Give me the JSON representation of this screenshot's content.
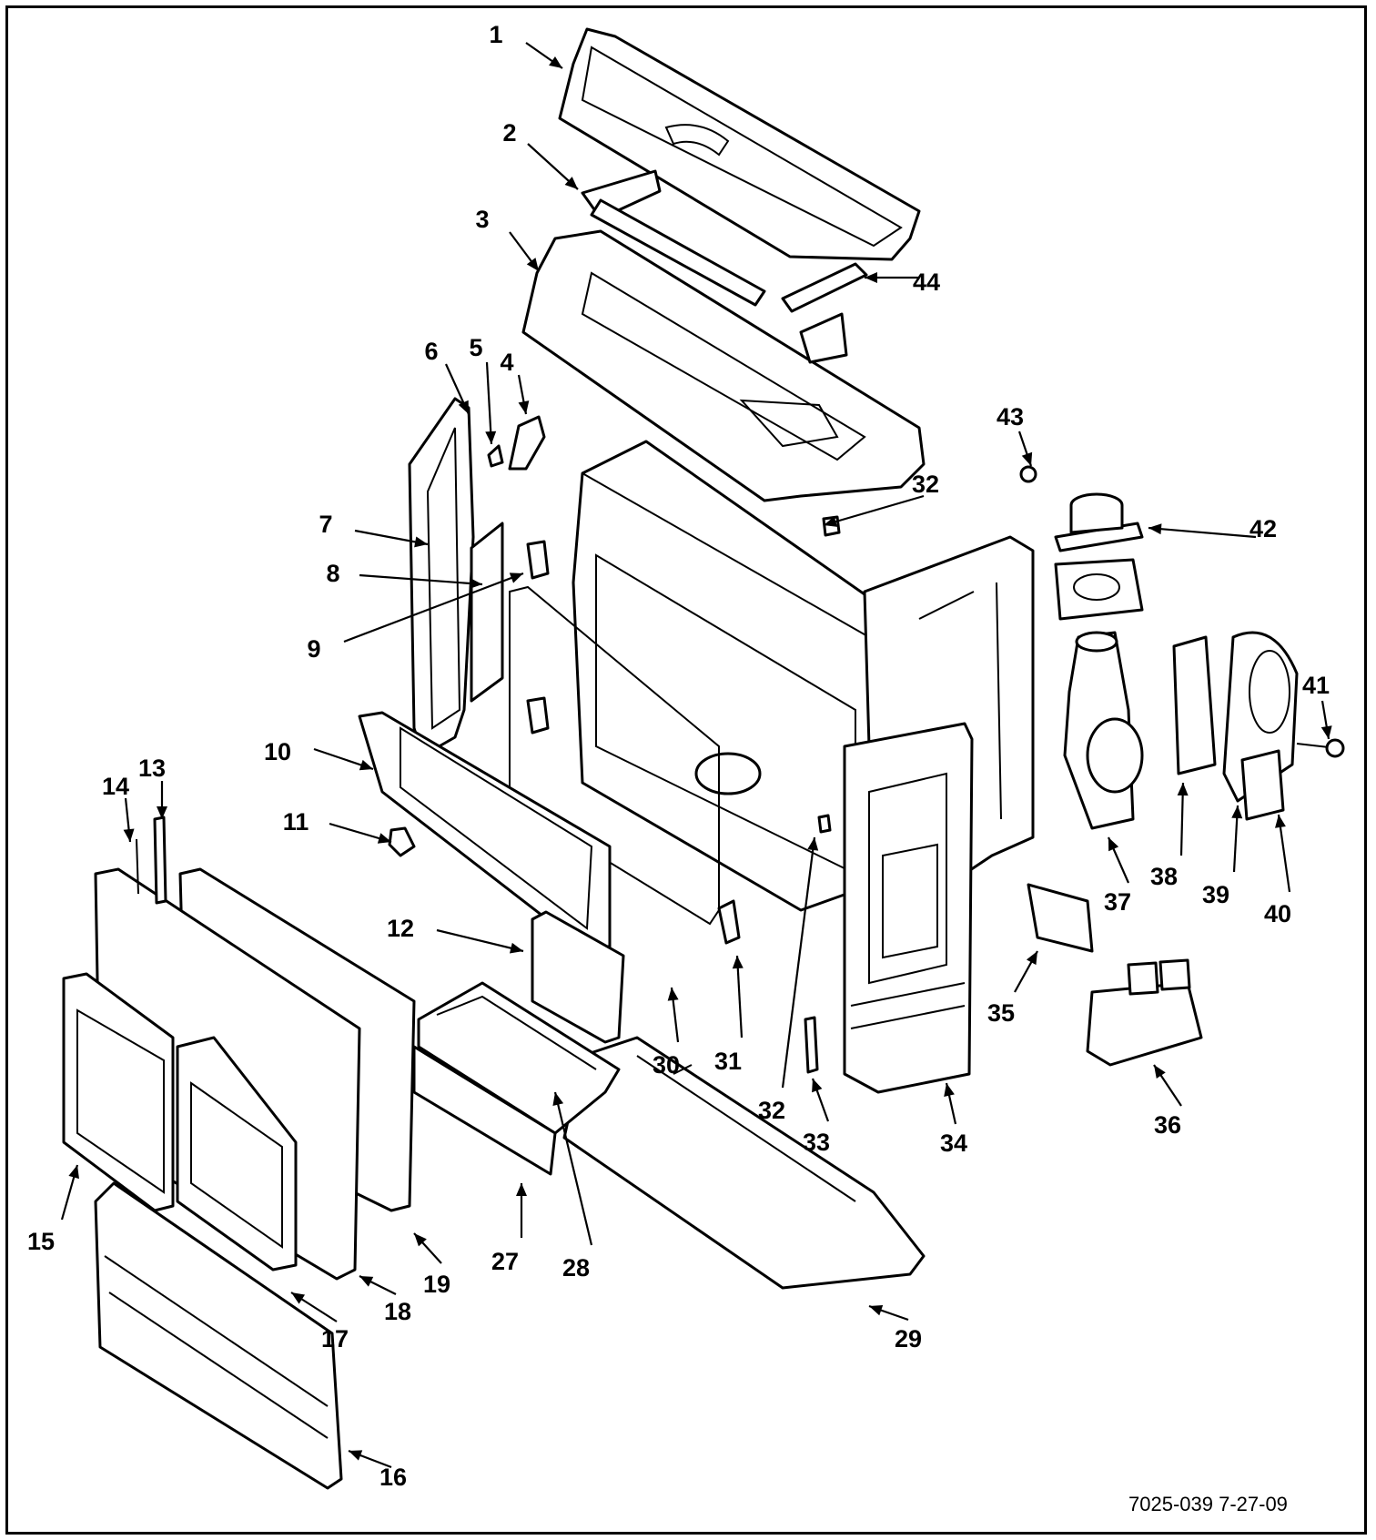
{
  "drawing_number": "7025-039 7-27-09",
  "callouts": [
    {
      "id": "1"
    },
    {
      "id": "2"
    },
    {
      "id": "3"
    },
    {
      "id": "4"
    },
    {
      "id": "5"
    },
    {
      "id": "6"
    },
    {
      "id": "7"
    },
    {
      "id": "8"
    },
    {
      "id": "9"
    },
    {
      "id": "10"
    },
    {
      "id": "11"
    },
    {
      "id": "12"
    },
    {
      "id": "13"
    },
    {
      "id": "14"
    },
    {
      "id": "15"
    },
    {
      "id": "16"
    },
    {
      "id": "17"
    },
    {
      "id": "18"
    },
    {
      "id": "19"
    },
    {
      "id": "27"
    },
    {
      "id": "28"
    },
    {
      "id": "29"
    },
    {
      "id": "30"
    },
    {
      "id": "31"
    },
    {
      "id": "32"
    },
    {
      "id": "32"
    },
    {
      "id": "33"
    },
    {
      "id": "34"
    },
    {
      "id": "35"
    },
    {
      "id": "36"
    },
    {
      "id": "37"
    },
    {
      "id": "38"
    },
    {
      "id": "39"
    },
    {
      "id": "40"
    },
    {
      "id": "41"
    },
    {
      "id": "42"
    },
    {
      "id": "43"
    },
    {
      "id": "44"
    }
  ]
}
